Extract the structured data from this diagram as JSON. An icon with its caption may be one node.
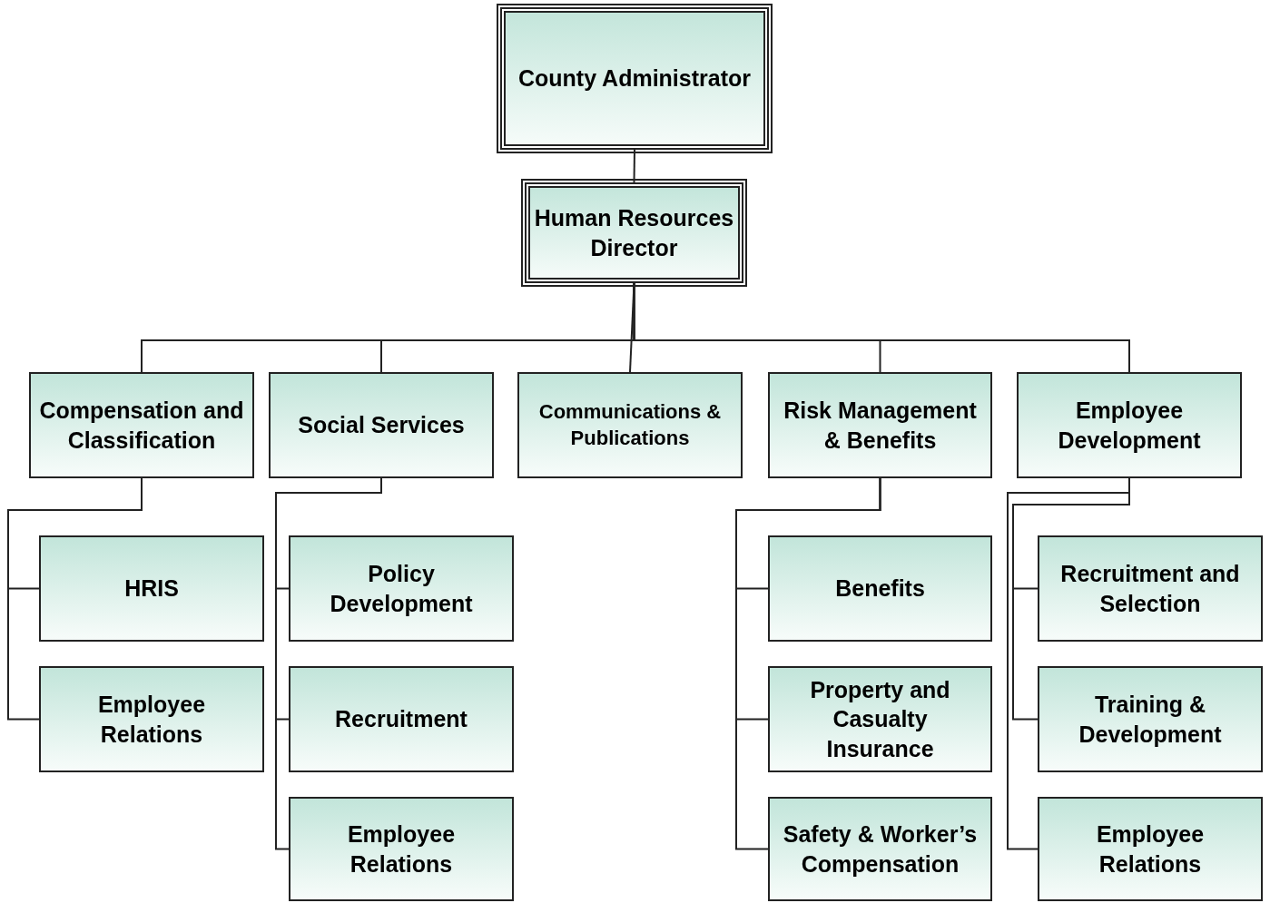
{
  "diagram": {
    "nodes": [
      {
        "text": [
          "County Administrator"
        ]
      },
      {
        "text": [
          "Human Resources Director"
        ]
      },
      {
        "text": [
          "Compensation and Classification"
        ]
      },
      {
        "text": [
          "Social Services"
        ]
      },
      {
        "text": [
          "Communications & Publications"
        ]
      },
      {
        "text": [
          "Risk Management & Benefits"
        ]
      },
      {
        "text": [
          "Employee Development"
        ]
      },
      {
        "text": [
          "HRIS"
        ]
      },
      {
        "text": [
          "Employee Relations"
        ]
      },
      {
        "text": [
          "Policy Development"
        ]
      },
      {
        "text": [
          "Recruitment"
        ]
      },
      {
        "text": [
          "Employee Relations"
        ]
      },
      {
        "text": [
          "Benefits"
        ]
      },
      {
        "text": [
          "Property and Casualty Insurance"
        ]
      },
      {
        "text": [
          "Safety & Worker’s Compensation"
        ]
      },
      {
        "text": [
          "Recruitment and Selection"
        ]
      },
      {
        "text": [
          "Training & Development"
        ]
      },
      {
        "text": [
          "Employee Relations"
        ]
      }
    ],
    "edges": [
      {
        "from": 0,
        "to": 1,
        "arrow": "none"
      },
      {
        "from": 1,
        "to": 2,
        "arrow": "none"
      },
      {
        "from": 1,
        "to": 3,
        "arrow": "none"
      },
      {
        "from": 1,
        "to": 4,
        "arrow": "none"
      },
      {
        "from": 1,
        "to": 5,
        "arrow": "none"
      },
      {
        "from": 1,
        "to": 6,
        "arrow": "none"
      },
      {
        "from": 2,
        "to": 7,
        "arrow": "none"
      },
      {
        "from": 2,
        "to": 8,
        "arrow": "none"
      },
      {
        "from": 3,
        "to": 9,
        "arrow": "none"
      },
      {
        "from": 3,
        "to": 10,
        "arrow": "none"
      },
      {
        "from": 3,
        "to": 11,
        "arrow": "none"
      },
      {
        "from": 5,
        "to": 12,
        "arrow": "none"
      },
      {
        "from": 5,
        "to": 13,
        "arrow": "none"
      },
      {
        "from": 5,
        "to": 14,
        "arrow": "none"
      },
      {
        "from": 6,
        "to": 15,
        "arrow": "none"
      },
      {
        "from": 6,
        "to": 16,
        "arrow": "none"
      },
      {
        "from": 6,
        "to": 17,
        "arrow": "none"
      }
    ]
  }
}
